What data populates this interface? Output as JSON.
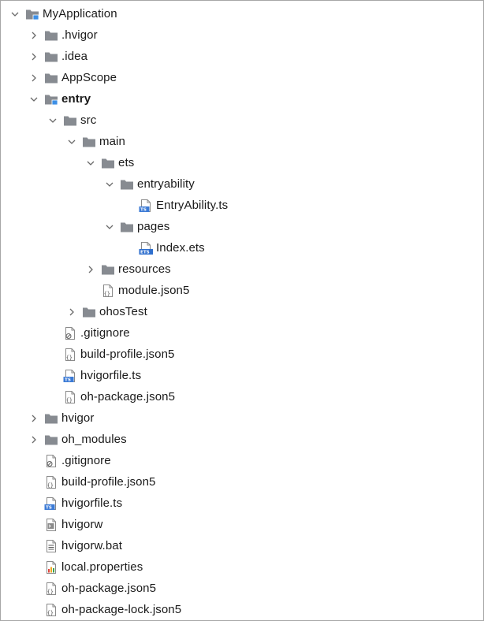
{
  "tree": [
    {
      "id": "myapplication",
      "label": "MyApplication",
      "depth": 0,
      "state": "expanded",
      "icon": "module-folder-icon",
      "bold": false
    },
    {
      "id": "hvigor-dir",
      "label": ".hvigor",
      "depth": 1,
      "state": "collapsed",
      "icon": "folder-icon",
      "bold": false
    },
    {
      "id": "idea",
      "label": ".idea",
      "depth": 1,
      "state": "collapsed",
      "icon": "folder-icon",
      "bold": false
    },
    {
      "id": "appscope",
      "label": "AppScope",
      "depth": 1,
      "state": "collapsed",
      "icon": "folder-icon",
      "bold": false
    },
    {
      "id": "entry",
      "label": "entry",
      "depth": 1,
      "state": "expanded",
      "icon": "module-folder-icon",
      "bold": true
    },
    {
      "id": "src",
      "label": "src",
      "depth": 2,
      "state": "expanded",
      "icon": "folder-icon",
      "bold": false
    },
    {
      "id": "main",
      "label": "main",
      "depth": 3,
      "state": "expanded",
      "icon": "folder-icon",
      "bold": false
    },
    {
      "id": "ets",
      "label": "ets",
      "depth": 4,
      "state": "expanded",
      "icon": "folder-icon",
      "bold": false
    },
    {
      "id": "entryability",
      "label": "entryability",
      "depth": 5,
      "state": "expanded",
      "icon": "folder-icon",
      "bold": false
    },
    {
      "id": "entryability-ts",
      "label": "EntryAbility.ts",
      "depth": 6,
      "state": "leaf",
      "icon": "ts-file-icon",
      "bold": false
    },
    {
      "id": "pages",
      "label": "pages",
      "depth": 5,
      "state": "expanded",
      "icon": "folder-icon",
      "bold": false
    },
    {
      "id": "index-ets",
      "label": "Index.ets",
      "depth": 6,
      "state": "leaf",
      "icon": "ets-file-icon",
      "bold": false
    },
    {
      "id": "resources",
      "label": "resources",
      "depth": 4,
      "state": "collapsed",
      "icon": "folder-icon",
      "bold": false
    },
    {
      "id": "module-json5",
      "label": "module.json5",
      "depth": 4,
      "state": "leaf",
      "icon": "json-file-icon",
      "bold": false
    },
    {
      "id": "ohostest",
      "label": "ohosTest",
      "depth": 3,
      "state": "collapsed",
      "icon": "folder-icon",
      "bold": false
    },
    {
      "id": "entry-gitignore",
      "label": ".gitignore",
      "depth": 2,
      "state": "leaf",
      "icon": "gitignore-file-icon",
      "bold": false
    },
    {
      "id": "entry-build-profile",
      "label": "build-profile.json5",
      "depth": 2,
      "state": "leaf",
      "icon": "json-file-icon",
      "bold": false
    },
    {
      "id": "entry-hvigorfile",
      "label": "hvigorfile.ts",
      "depth": 2,
      "state": "leaf",
      "icon": "ts-file-icon",
      "bold": false
    },
    {
      "id": "entry-oh-package",
      "label": "oh-package.json5",
      "depth": 2,
      "state": "leaf",
      "icon": "json-file-icon",
      "bold": false
    },
    {
      "id": "hvigor",
      "label": "hvigor",
      "depth": 1,
      "state": "collapsed",
      "icon": "folder-icon",
      "bold": false
    },
    {
      "id": "oh-modules",
      "label": "oh_modules",
      "depth": 1,
      "state": "collapsed",
      "icon": "folder-icon",
      "bold": false
    },
    {
      "id": "root-gitignore",
      "label": ".gitignore",
      "depth": 1,
      "state": "leaf",
      "icon": "gitignore-file-icon",
      "bold": false
    },
    {
      "id": "root-build-profile",
      "label": "build-profile.json5",
      "depth": 1,
      "state": "leaf",
      "icon": "json-file-icon",
      "bold": false
    },
    {
      "id": "root-hvigorfile",
      "label": "hvigorfile.ts",
      "depth": 1,
      "state": "leaf",
      "icon": "ts-file-icon",
      "bold": false
    },
    {
      "id": "hvigorw",
      "label": "hvigorw",
      "depth": 1,
      "state": "leaf",
      "icon": "script-file-icon",
      "bold": false
    },
    {
      "id": "hvigorw-bat",
      "label": "hvigorw.bat",
      "depth": 1,
      "state": "leaf",
      "icon": "bat-file-icon",
      "bold": false
    },
    {
      "id": "local-properties",
      "label": "local.properties",
      "depth": 1,
      "state": "leaf",
      "icon": "properties-file-icon",
      "bold": false
    },
    {
      "id": "root-oh-package",
      "label": "oh-package.json5",
      "depth": 1,
      "state": "leaf",
      "icon": "json-file-icon",
      "bold": false
    },
    {
      "id": "root-oh-package-lock",
      "label": "oh-package-lock.json5",
      "depth": 1,
      "state": "leaf",
      "icon": "json-file-icon",
      "bold": false
    }
  ],
  "colors": {
    "folder": "#878b91",
    "module_marker": "#3d8fe6",
    "ts_badge": "#3c7bd6",
    "ets_badge": "#2f6fce",
    "chevron": "#6a6a6a",
    "text": "#1a1a1a"
  }
}
